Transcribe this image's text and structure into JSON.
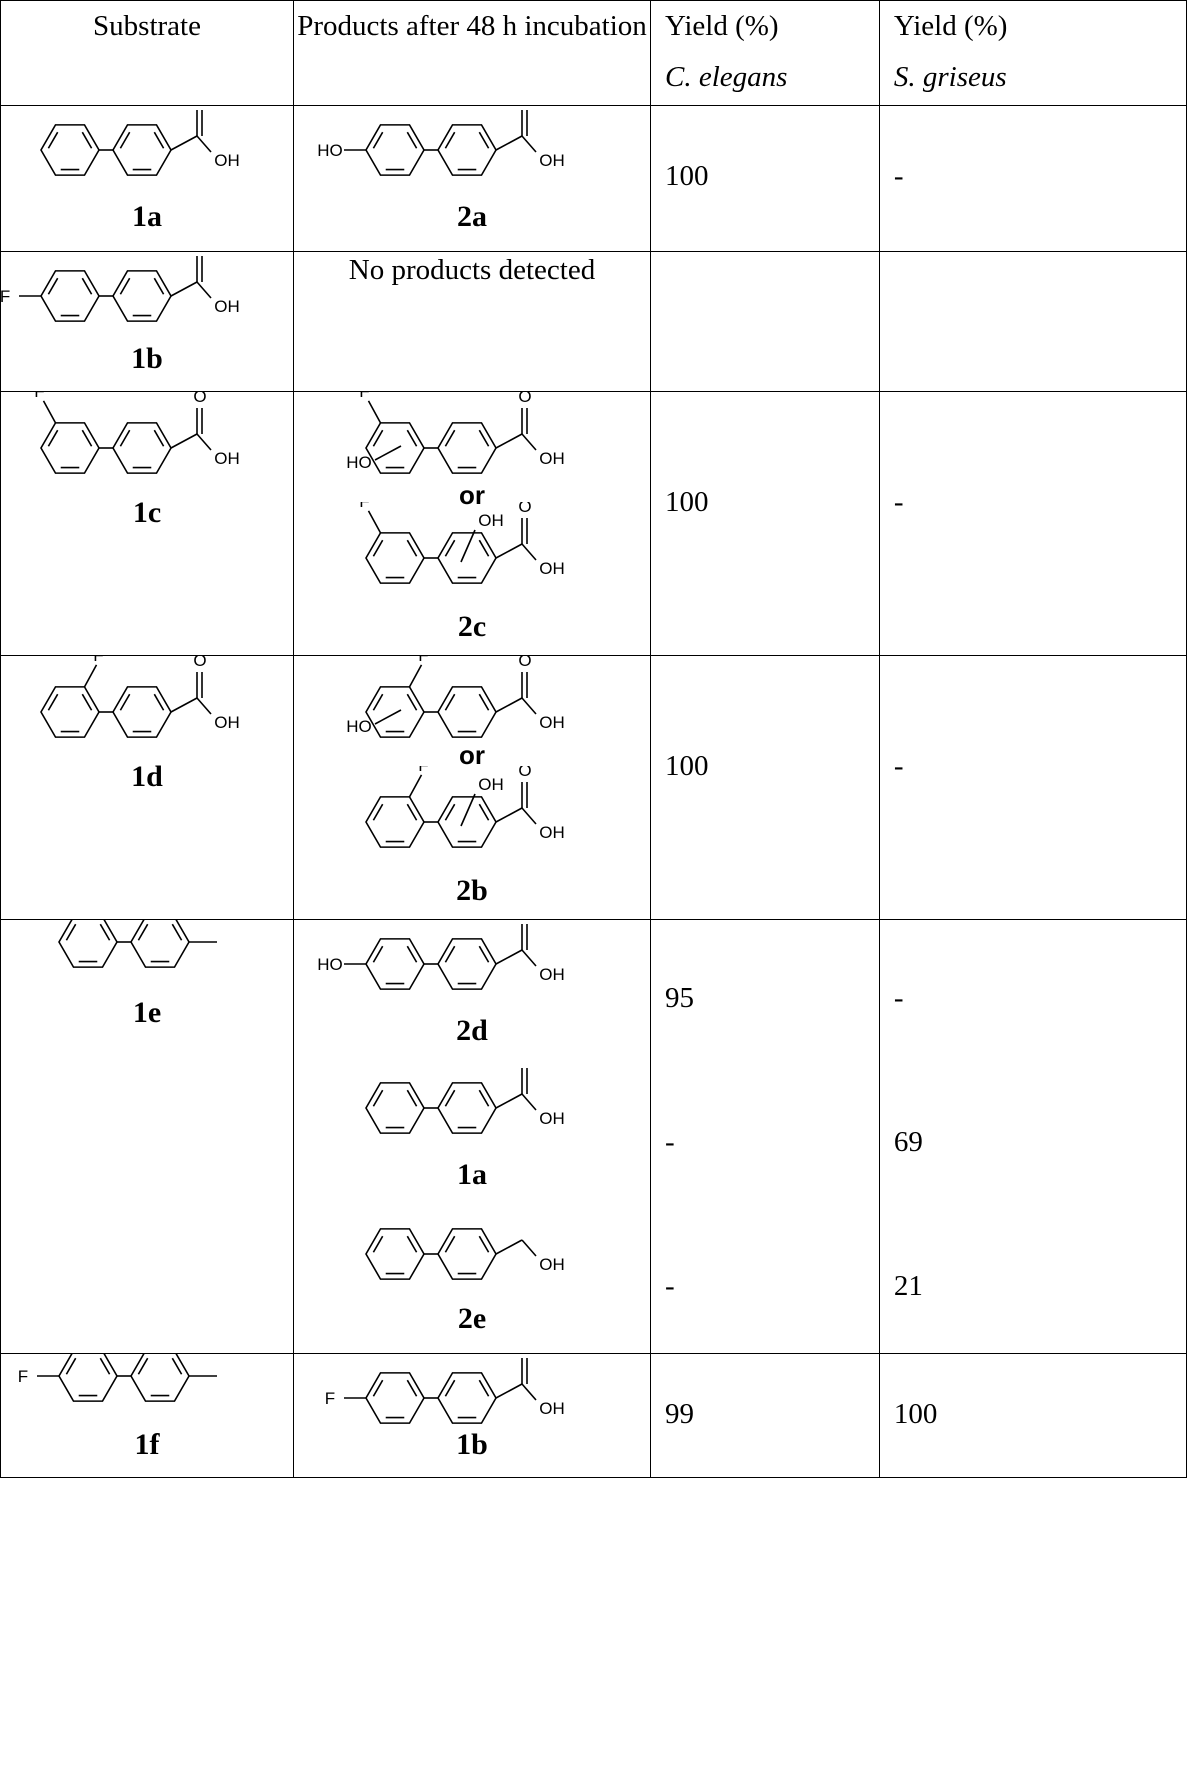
{
  "header": {
    "substrate": "Substrate",
    "products": "Products after 48 h incubation",
    "yield1": "Yield (%)",
    "organism1": "C. elegans",
    "yield2": "Yield (%)",
    "organism2": "S. griseus"
  },
  "or_label": "or",
  "no_products": "No products detected",
  "atoms": {
    "O": "O",
    "OH": "OH",
    "HO": "HO",
    "F": "F"
  },
  "rows": [
    {
      "substrate": "1a",
      "products": [
        "2a"
      ],
      "celegans": [
        "100"
      ],
      "sgriseus": [
        "-"
      ]
    },
    {
      "substrate": "1b",
      "products": [],
      "celegans": [],
      "sgriseus": []
    },
    {
      "substrate": "1c",
      "products": [
        "2c"
      ],
      "celegans": [
        "100"
      ],
      "sgriseus": [
        "-"
      ]
    },
    {
      "substrate": "1d",
      "products": [
        "2b"
      ],
      "celegans": [
        "100"
      ],
      "sgriseus": [
        "-"
      ]
    },
    {
      "substrate": "1e",
      "products": [
        "2d",
        "1a",
        "2e"
      ],
      "celegans": [
        "95",
        "-",
        "-"
      ],
      "sgriseus": [
        "-",
        "69",
        "21"
      ]
    },
    {
      "substrate": "1f",
      "products": [
        "1b"
      ],
      "celegans": [
        "99"
      ],
      "sgriseus": [
        "100"
      ]
    }
  ]
}
